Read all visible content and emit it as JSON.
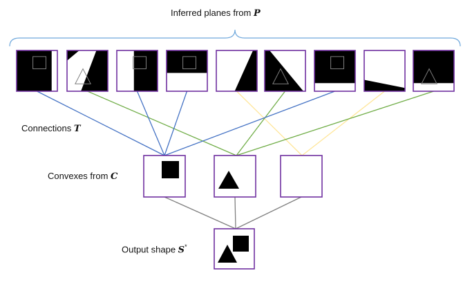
{
  "labels": {
    "planes": {
      "text": "Inferred planes from ",
      "sym": "P",
      "sup": ""
    },
    "connections": {
      "text": "Connections ",
      "sym": "T",
      "sup": ""
    },
    "convexes": {
      "text": "Convexes from ",
      "sym": "C",
      "sup": ""
    },
    "output": {
      "text": "Output shape ",
      "sym": "S",
      "sup": "*"
    }
  },
  "colors": {
    "frame": "#7030a0",
    "brace": "#6fa8dc",
    "link_convex_1": "#4472c4",
    "link_convex_2": "#70ad47",
    "link_convex_3": "#ffe699",
    "link_output": "#808080",
    "fill": "#000000",
    "guide": "#7f7f7f"
  },
  "planes": [
    {
      "id": "p1",
      "pattern": "vertical-split",
      "guide": "square",
      "convex": 1
    },
    {
      "id": "p2",
      "pattern": "diagonal-left",
      "guide": "triangle",
      "convex": 2
    },
    {
      "id": "p3",
      "pattern": "vertical-split-right",
      "guide": "square",
      "convex": 1
    },
    {
      "id": "p4",
      "pattern": "horizontal-top",
      "guide": "square",
      "convex": 1
    },
    {
      "id": "p5",
      "pattern": "diagonal-right",
      "guide": "none",
      "convex": 3
    },
    {
      "id": "p6",
      "pattern": "diagonal-triangle",
      "guide": "triangle",
      "convex": 2
    },
    {
      "id": "p7",
      "pattern": "horizontal-top-large",
      "guide": "square",
      "convex": 1
    },
    {
      "id": "p8",
      "pattern": "wedge-bottom",
      "guide": "none",
      "convex": 3
    },
    {
      "id": "p9",
      "pattern": "horizontal-bottom-small",
      "guide": "triangle",
      "convex": 2
    }
  ],
  "convexes": [
    {
      "id": "c1",
      "shape": "square"
    },
    {
      "id": "c2",
      "shape": "triangle"
    },
    {
      "id": "c3",
      "shape": "empty"
    }
  ],
  "output": {
    "shape": "square-and-triangle"
  }
}
